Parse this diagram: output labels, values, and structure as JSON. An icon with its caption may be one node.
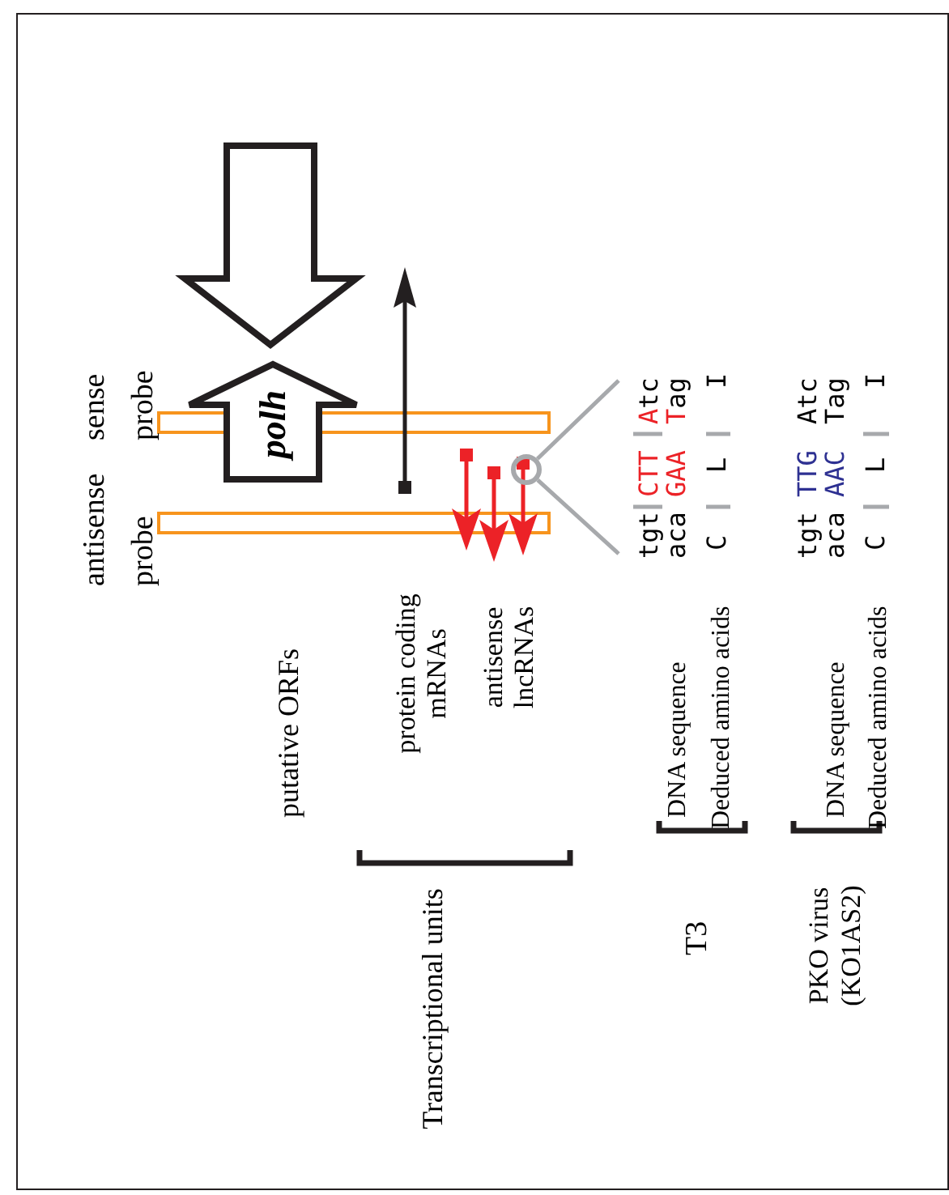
{
  "diagram": {
    "nodes": [
      {
        "text": [],
        "shape": "arrow"
      },
      {
        "text": [
          "polh"
        ]
      },
      {
        "text": [],
        "shape": "circle"
      }
    ],
    "edges": [
      {
        "from": 2,
        "to": null,
        "arrow": "none"
      },
      {
        "from": 2,
        "to": null,
        "arrow": "none"
      }
    ],
    "labels": [
      "sense probe",
      "antisense probe",
      "putative ORFs",
      "protein coding mRNAs",
      "antisense lncRNAs",
      "Transcriptional units",
      "DNA sequence",
      "Deduced amino acids",
      "T3",
      "tgt",
      "CTT",
      "Atc",
      "aca",
      "GAA",
      "Tag",
      "C",
      "L",
      "I",
      "DNA sequence",
      "Deduced amino acids",
      "PKO virus (KO1AS2)",
      "tgt",
      "TTG",
      "Atc",
      "aca",
      "AAC",
      "Tag",
      "C",
      "L",
      "I"
    ]
  }
}
